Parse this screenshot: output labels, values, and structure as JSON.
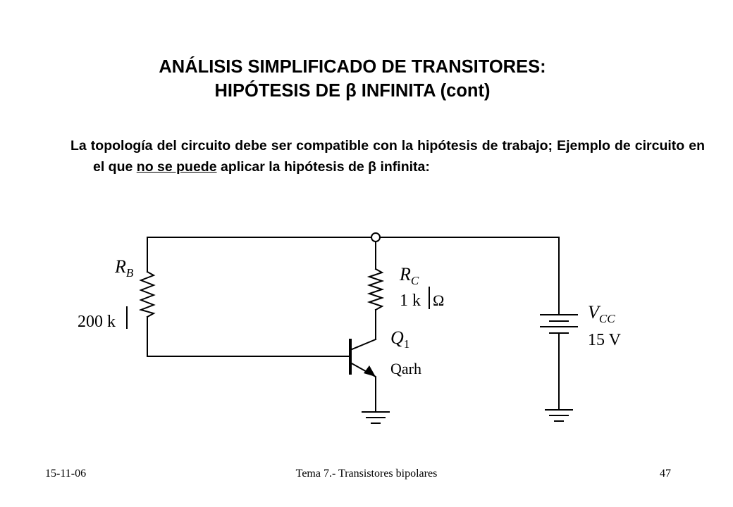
{
  "slide": {
    "title_line1": "ANÁLISIS SIMPLIFICADO  DE  TRANSITORES:",
    "title_line2": "HIPÓTESIS  DE β INFINITA  (cont)",
    "paragraph_before": "La topología del circuito debe ser compatible con la hipótesis de trabajo; Ejemplo de circuito en el que ",
    "paragraph_underlined": "no se puede",
    "paragraph_after": " aplicar la hipótesis de β infinita:"
  },
  "circuit": {
    "rb_label": "R",
    "rb_sub": "B",
    "rb_value": "200 k",
    "rc_label": "R",
    "rc_sub": "C",
    "rc_value": "1 k",
    "ohm": "Ω",
    "q_label": "Q",
    "q_sub": "1",
    "q_model": "Qarh",
    "vcc_label": "V",
    "vcc_sub": "CC",
    "vcc_value": "15 V"
  },
  "footer": {
    "date": "15-11-06",
    "course": "Tema 7.- Transistores bipolares",
    "page": "47"
  }
}
